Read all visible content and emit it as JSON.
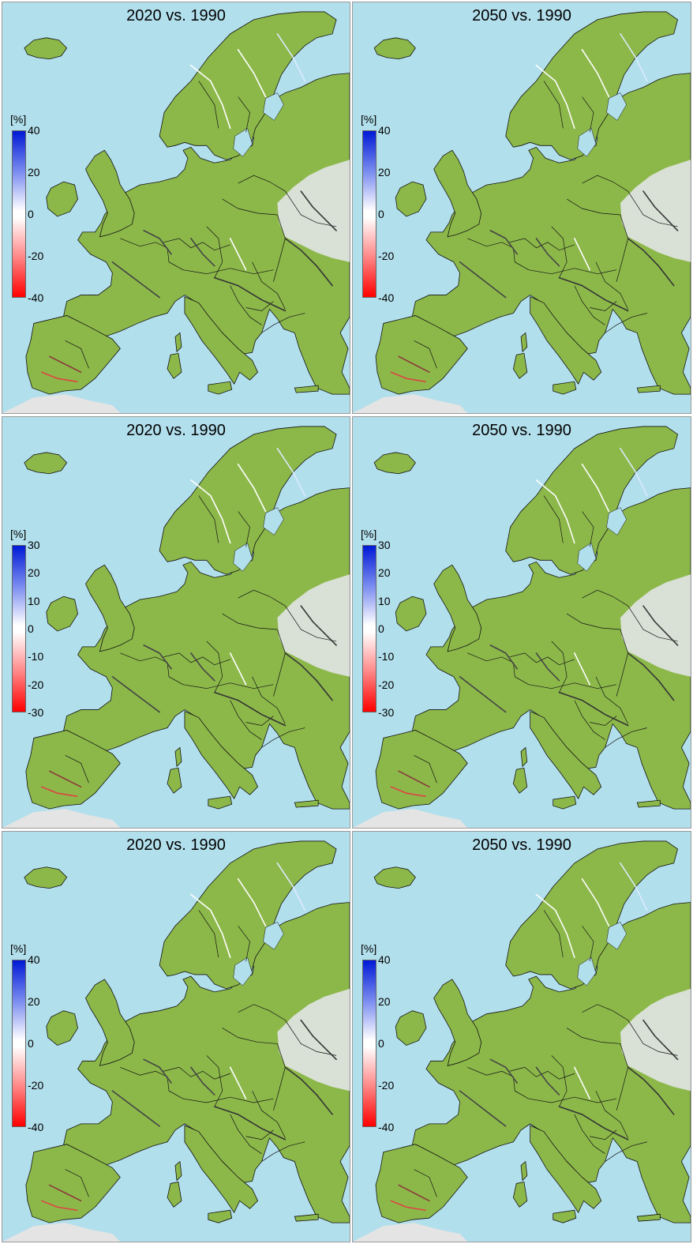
{
  "panels": [
    {
      "title": "2020 vs. 1990",
      "unit": "[%]",
      "ticks": [
        "40",
        "20",
        "0",
        "-20",
        "-40"
      ]
    },
    {
      "title": "2050 vs. 1990",
      "unit": "[%]",
      "ticks": [
        "40",
        "20",
        "0",
        "-20",
        "-40"
      ]
    },
    {
      "title": "2020 vs. 1990",
      "unit": "[%]",
      "ticks": [
        "30",
        "20",
        "10",
        "0",
        "-10",
        "-20",
        "-30"
      ]
    },
    {
      "title": "2050 vs. 1990",
      "unit": "[%]",
      "ticks": [
        "30",
        "20",
        "10",
        "0",
        "-10",
        "-20",
        "-30"
      ]
    },
    {
      "title": "2020 vs. 1990",
      "unit": "[%]",
      "ticks": [
        "40",
        "20",
        "0",
        "-20",
        "-40"
      ]
    },
    {
      "title": "2050 vs. 1990",
      "unit": "[%]",
      "ticks": [
        "40",
        "20",
        "0",
        "-20",
        "-40"
      ]
    }
  ],
  "colors": {
    "sea": "#b2dfec",
    "land": "#8cb84a",
    "border": "#111111",
    "scale_top": "#0019d6",
    "scale_mid": "#ffffff",
    "scale_bottom": "#ff0000"
  }
}
